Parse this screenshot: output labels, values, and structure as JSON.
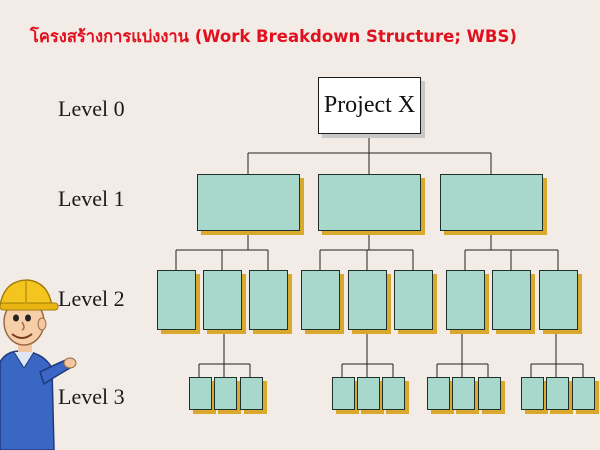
{
  "title": "โครงสร้างการแบ่งงาน (Work Breakdown Structure; WBS)",
  "levels": [
    "Level 0",
    "Level 1",
    "Level 2",
    "Level 3"
  ],
  "root": "Project X",
  "colors": {
    "title": "#e0101e",
    "node_fill": "#a8d8cc",
    "node_shadow": "#d9a92e",
    "background": "#f3ebe5"
  }
}
